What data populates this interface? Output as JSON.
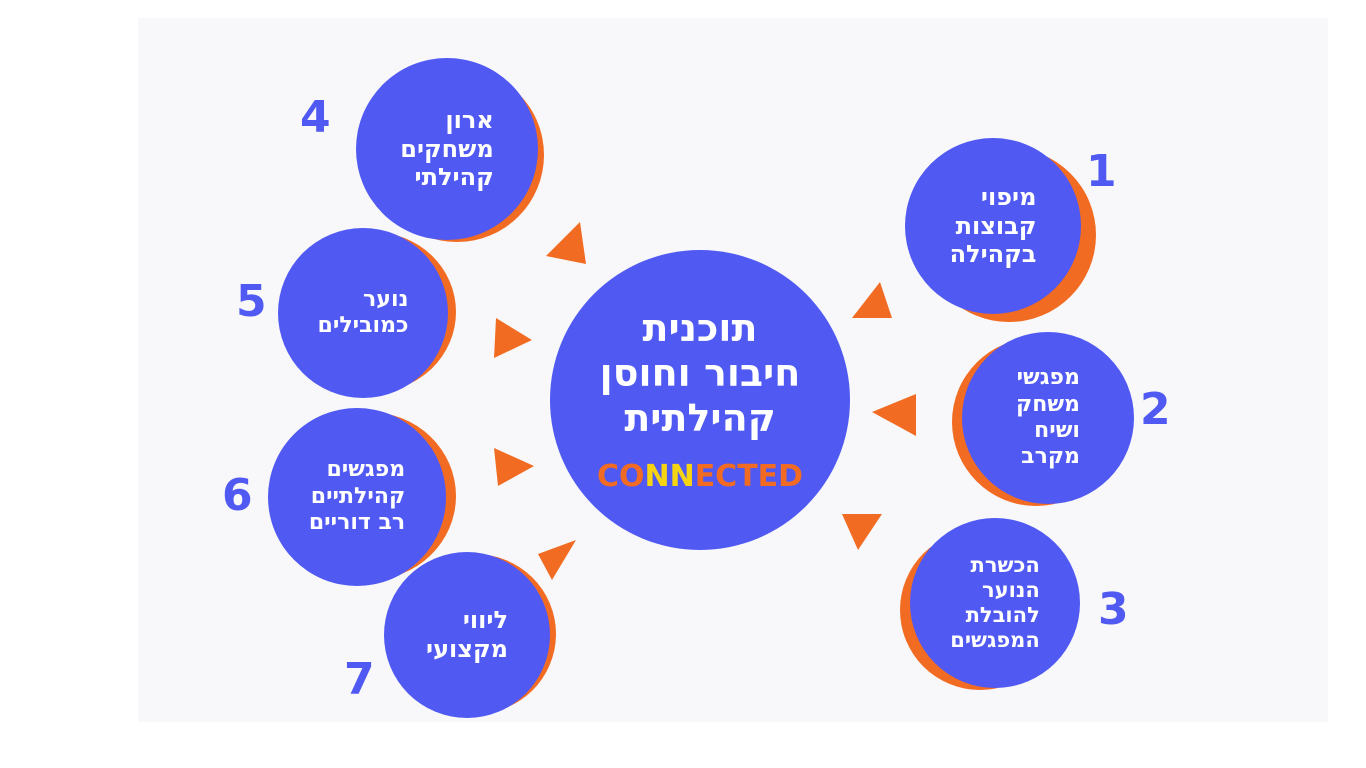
{
  "center": {
    "title": "תוכנית\nחיבור וחוסן\nקהילתית",
    "brand": {
      "parts": [
        {
          "text": "CO",
          "color": "#f26b22"
        },
        {
          "text": "NN",
          "color": "#f6d411"
        },
        {
          "text": "ECTED",
          "color": "#f26b22"
        }
      ]
    }
  },
  "items": [
    {
      "number": "1",
      "label": "מיפוי\nקבוצות\nבקהילה"
    },
    {
      "number": "2",
      "label": "מפגשי\nמשחק\nושיח\nמקרב"
    },
    {
      "number": "3",
      "label": "הכשרת\nהנוער\nלהובלת\nהמפגשים"
    },
    {
      "number": "4",
      "label": "ארון\nמשחקים\nקהילתי"
    },
    {
      "number": "5",
      "label": "נוער\nכמובילים"
    },
    {
      "number": "6",
      "label": "מפגשים\nקהילתיים\nרב דוריים"
    },
    {
      "number": "7",
      "label": "ליווי\nמקצועי"
    }
  ],
  "colors": {
    "circle": "#5059f2",
    "accent": "#f26b22",
    "number": "#5059f2"
  }
}
